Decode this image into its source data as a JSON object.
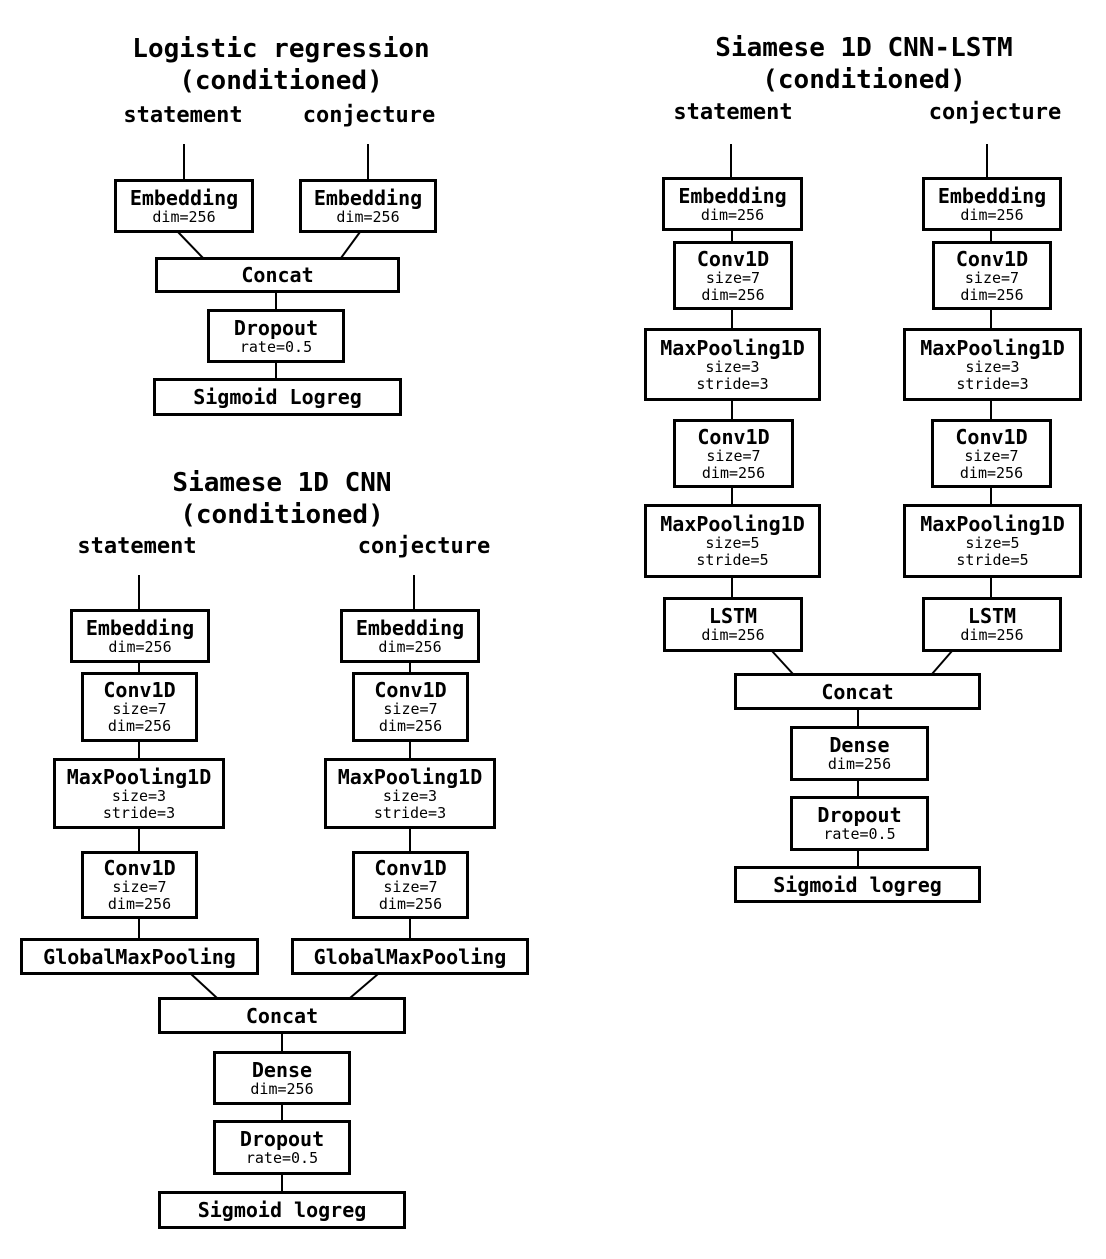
{
  "colors": {
    "ink": "#000000",
    "background": "#ffffff"
  },
  "d1": {
    "title": "Logistic regression",
    "subtitle": "(conditioned)",
    "inputs": {
      "left": "statement",
      "right": "conjecture"
    },
    "layers": {
      "embedding": {
        "t": "Embedding",
        "p1": "dim=256"
      },
      "concat": {
        "t": "Concat"
      },
      "dropout": {
        "t": "Dropout",
        "p1": "rate=0.5"
      },
      "output": {
        "t": "Sigmoid Logreg"
      }
    }
  },
  "d2": {
    "title": "Siamese 1D CNN",
    "subtitle": "(conditioned)",
    "inputs": {
      "left": "statement",
      "right": "conjecture"
    },
    "layers": {
      "embedding": {
        "t": "Embedding",
        "p1": "dim=256"
      },
      "conv1": {
        "t": "Conv1D",
        "p1": "size=7",
        "p2": "dim=256"
      },
      "maxpool1": {
        "t": "MaxPooling1D",
        "p1": "size=3",
        "p2": "stride=3"
      },
      "conv2": {
        "t": "Conv1D",
        "p1": "size=7",
        "p2": "dim=256"
      },
      "globalmaxpool": {
        "t": "GlobalMaxPooling"
      },
      "concat": {
        "t": "Concat"
      },
      "dense": {
        "t": "Dense",
        "p1": "dim=256"
      },
      "dropout": {
        "t": "Dropout",
        "p1": "rate=0.5"
      },
      "output": {
        "t": "Sigmoid logreg"
      }
    }
  },
  "d3": {
    "title": "Siamese 1D CNN-LSTM",
    "subtitle": "(conditioned)",
    "inputs": {
      "left": "statement",
      "right": "conjecture"
    },
    "layers": {
      "embedding": {
        "t": "Embedding",
        "p1": "dim=256"
      },
      "conv1": {
        "t": "Conv1D",
        "p1": "size=7",
        "p2": "dim=256"
      },
      "maxpool1": {
        "t": "MaxPooling1D",
        "p1": "size=3",
        "p2": "stride=3"
      },
      "conv2": {
        "t": "Conv1D",
        "p1": "size=7",
        "p2": "dim=256"
      },
      "maxpool2": {
        "t": "MaxPooling1D",
        "p1": "size=5",
        "p2": "stride=5"
      },
      "lstm": {
        "t": "LSTM",
        "p1": "dim=256"
      },
      "concat": {
        "t": "Concat"
      },
      "dense": {
        "t": "Dense",
        "p1": "dim=256"
      },
      "dropout": {
        "t": "Dropout",
        "p1": "rate=0.5"
      },
      "output": {
        "t": "Sigmoid logreg"
      }
    }
  }
}
